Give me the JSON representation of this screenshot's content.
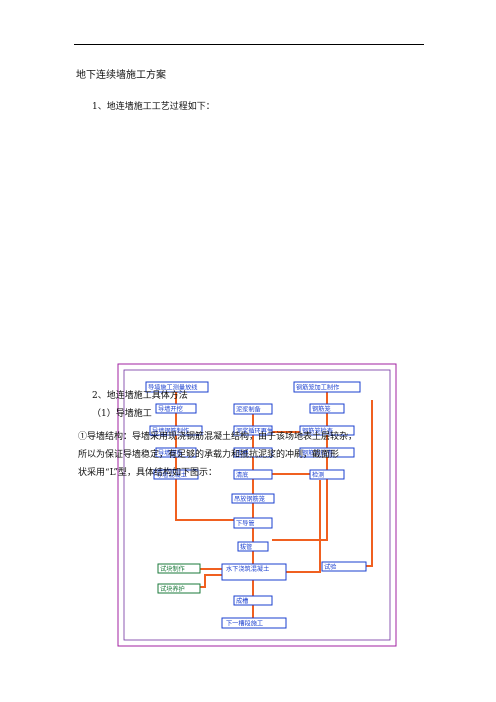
{
  "doc": {
    "title": "地下连续墙施工方案",
    "step1": "1、地连墙施工工艺过程如下：",
    "step2": "2、地连墙施工具体方法",
    "sub1": "（1）导墙施工",
    "body_line1": "①导墙结构：导墙采用现浇钢筋混凝土结构，由于该场地表土层较杂，",
    "body_line2": "所以为保证导墙稳定，有足够的承载力和抵抗泥浆的冲刷，截面形",
    "body_line3": "状采用“L”型，具体结构如下图示："
  },
  "flowchart": {
    "nodes": {
      "n_a1": "导墙施工测量放线",
      "n_a2": "导墙开挖",
      "n_a3": "导墙钢筋制作",
      "n_a4": "导墙模板",
      "n_a5": "导墙混凝土",
      "n_b1": "泥浆制备",
      "n_b2": "泥浆循环再生",
      "n_b3": "成槽",
      "n_b4": "清底",
      "n_b5": "吊放钢筋笼",
      "n_b6": "下导管",
      "n_b7": "水下浇筑混凝土",
      "n_b8": "拔管",
      "n_b9": "下一槽段施工",
      "n_c1": "钢筋笼加工制作",
      "n_c2": "钢筋笼",
      "n_c3": "钢筋笼检查",
      "n_c4": "检测",
      "n_d1": "试块制作",
      "n_d2": "试块养护",
      "n_e1": "试验"
    }
  }
}
